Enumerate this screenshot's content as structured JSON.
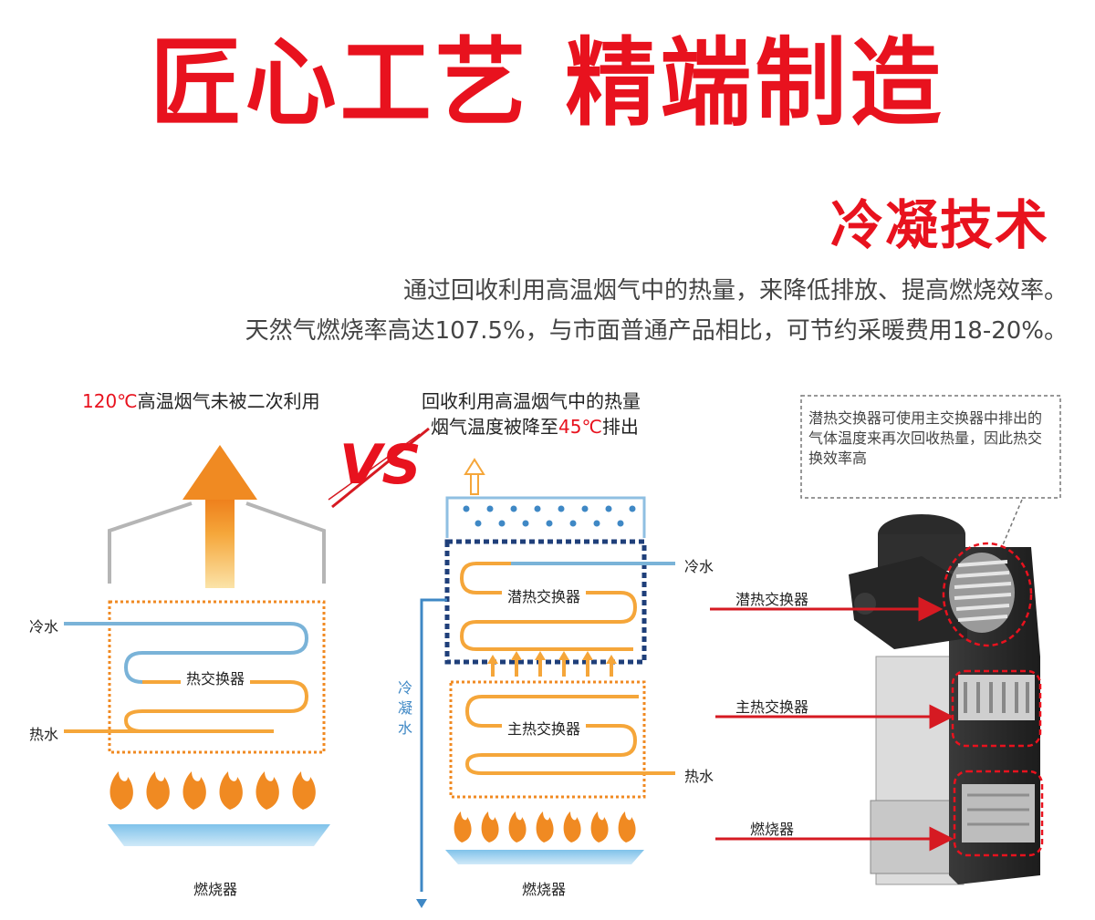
{
  "header": {
    "headline": "匠心工艺 精端制造",
    "subtitle": "冷凝技术",
    "desc_line1": "通过回收利用高温烟气中的热量，来降低排放、提高燃烧效率。",
    "desc_line2": "天然气燃烧率高达107.5%，与市面普通产品相比，可节约采暖费用18-20%。"
  },
  "left_diagram": {
    "caption_temp": "120℃",
    "caption_text": "高温烟气未被二次利用",
    "cold_water": "冷水",
    "hot_water": "热水",
    "exchanger": "热交换器",
    "burner": "燃烧器"
  },
  "vs": "VS",
  "middle_diagram": {
    "caption_line1": "回收利用高温烟气中的热量",
    "caption_line2_pre": "烟气温度被降至",
    "caption_temp": "45℃",
    "caption_line2_post": "排出",
    "latent_exchanger": "潜热交换器",
    "main_exchanger": "主热交换器",
    "cold_water": "冷水",
    "hot_water": "热水",
    "condensate": "冷凝水",
    "burner": "燃烧器"
  },
  "right_diagram": {
    "note": "潜热交换器可使用主交换器中排出的气体温度来再次回收热量，因此热交换效率高",
    "latent_exchanger": "潜热交换器",
    "main_exchanger": "主热交换器",
    "burner": "燃烧器"
  },
  "colors": {
    "accent": "#e8121e",
    "orange": "#f0a23c",
    "blue": "#3f88c5",
    "navy": "#1f3f7a"
  }
}
